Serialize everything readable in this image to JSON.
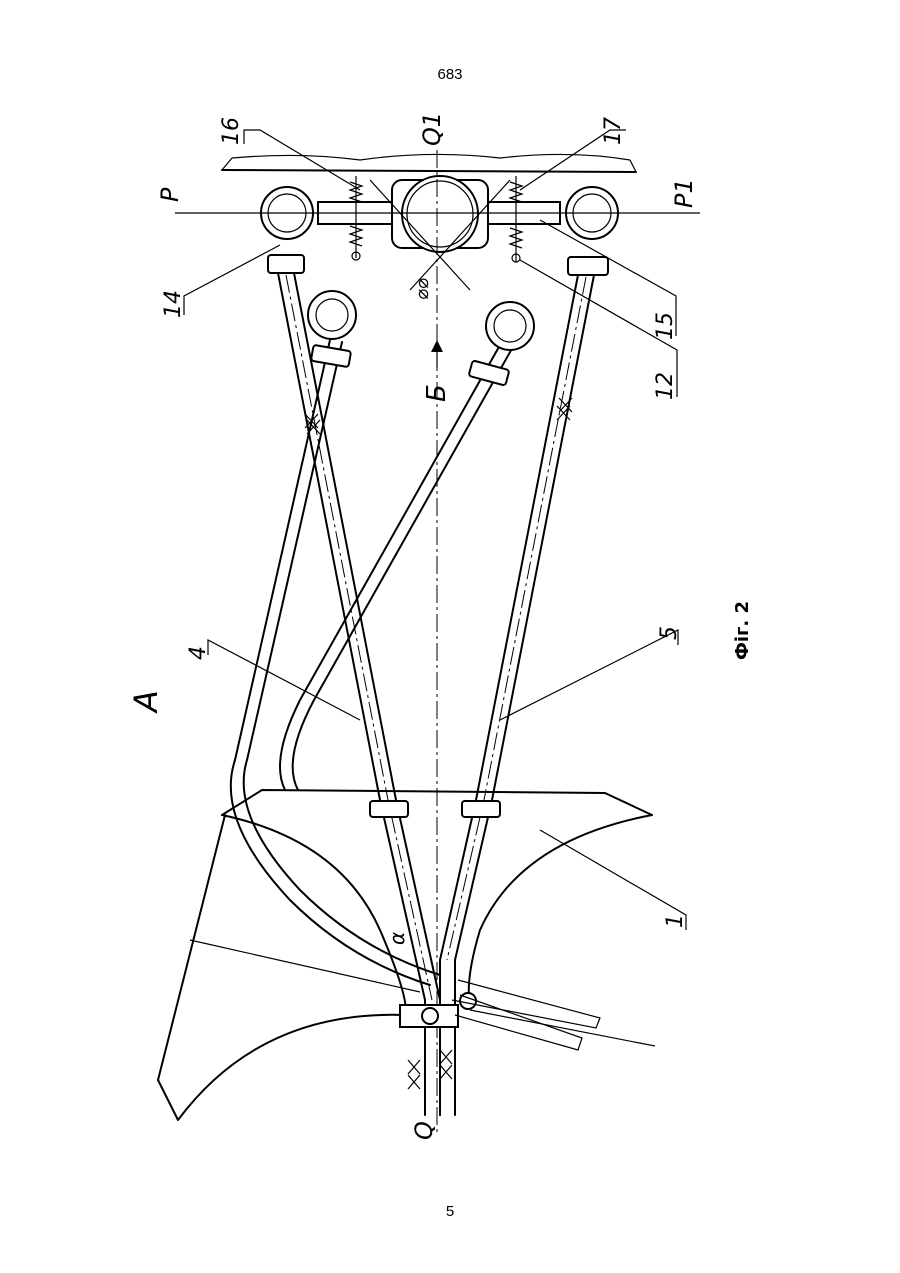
{
  "page": {
    "header_number": "683",
    "footer_number": "5"
  },
  "figure": {
    "view_label": "A",
    "caption": "Фіг. 2",
    "direction_label": "Б",
    "angle_symbol": "⌀⌀",
    "alpha_symbol": "α",
    "axis_labels": {
      "q_top": "Q1",
      "q_bottom": "Q",
      "p_left": "P",
      "p_right": "P1"
    },
    "callouts": [
      "16",
      "17",
      "14",
      "15",
      "12",
      "4",
      "5",
      "1"
    ]
  }
}
